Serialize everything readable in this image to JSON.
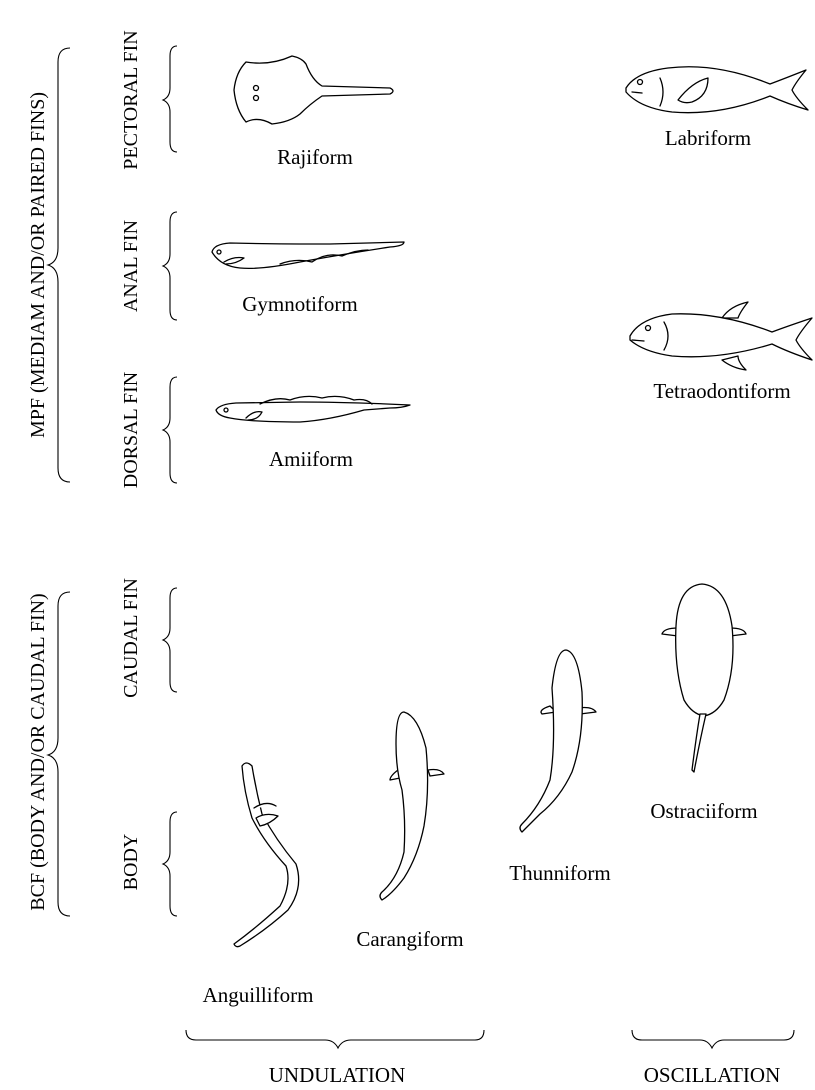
{
  "groups": {
    "mpf": "MPF (MEDIAM AND/OR PAIRED FINS)",
    "bcf": "BCF (BODY AND/OR CAUDAL FIN)"
  },
  "fins": {
    "pectoral": "PECTORAL FIN",
    "anal": "ANAL FIN",
    "dorsal": "DORSAL FIN",
    "caudal": "CAUDAL FIN",
    "body": "BODY"
  },
  "modes": {
    "rajiform": "Rajiform",
    "labriform": "Labriform",
    "gymnotiform": "Gymnotiform",
    "tetraodontiform": "Tetraodontiform",
    "amiiform": "Amiiform",
    "anguilliform": "Anguilliform",
    "carangiform": "Carangiform",
    "thunniform": "Thunniform",
    "ostraciiform": "Ostraciiform"
  },
  "motion": {
    "undulation": "UNDULATION",
    "oscillation": "OSCILLATION"
  },
  "colors": {
    "stroke": "#000000",
    "background": "#ffffff"
  }
}
